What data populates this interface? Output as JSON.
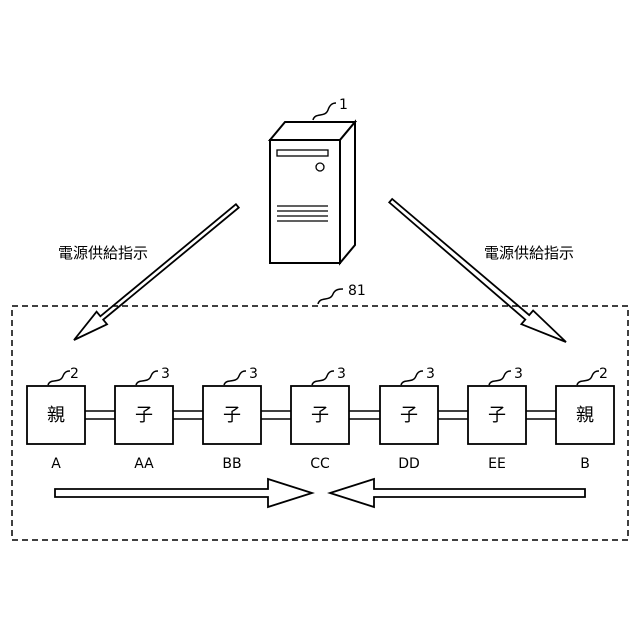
{
  "server": {
    "ref": "1"
  },
  "group": {
    "ref": "81"
  },
  "instructions": {
    "left": "電源供給指示",
    "right": "電源供給指示"
  },
  "nodes": [
    {
      "glyph": "親",
      "ref": "2",
      "name": "A"
    },
    {
      "glyph": "子",
      "ref": "3",
      "name": "AA"
    },
    {
      "glyph": "子",
      "ref": "3",
      "name": "BB"
    },
    {
      "glyph": "子",
      "ref": "3",
      "name": "CC"
    },
    {
      "glyph": "子",
      "ref": "3",
      "name": "DD"
    },
    {
      "glyph": "子",
      "ref": "3",
      "name": "EE"
    },
    {
      "glyph": "親",
      "ref": "2",
      "name": "B"
    }
  ]
}
